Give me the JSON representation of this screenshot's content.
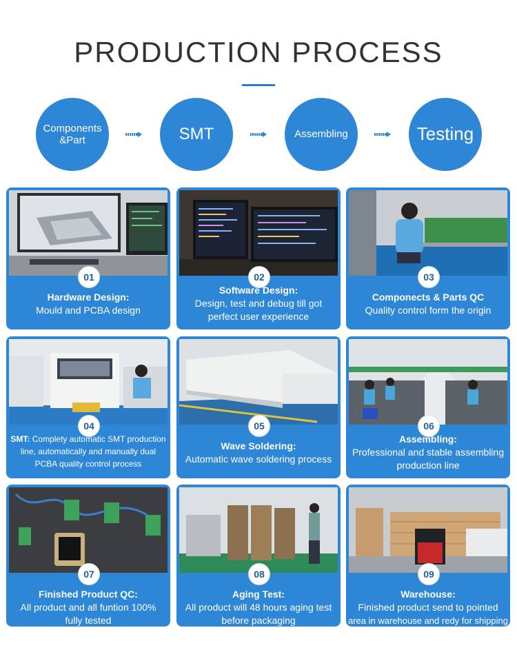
{
  "title": "PRODUCTION PROCESS",
  "flow": [
    {
      "line1": "Components",
      "line2": "&Part"
    },
    {
      "line1": "SMT",
      "line2": ""
    },
    {
      "line1": "Assembling",
      "line2": ""
    },
    {
      "line1": "Testing",
      "line2": ""
    }
  ],
  "cards": [
    {
      "num": "01",
      "head": "Hardware Design:",
      "desc1": "Mould and PCBA design",
      "desc2": ""
    },
    {
      "num": "02",
      "head": "Software Design:",
      "desc1": "Design, test and debug till got",
      "desc2": "perfect user experience"
    },
    {
      "num": "03",
      "head": "Componects & Parts QC",
      "desc1": "Quality control form the origin",
      "desc2": ""
    },
    {
      "num": "04",
      "head": "SMT:",
      "desc1": "Complety automatic SMT production",
      "desc2": "line, automatically and manually dual",
      "desc3": "PCBA quality control process"
    },
    {
      "num": "05",
      "head": "Wave Soldering:",
      "desc1": "Automatic wave soldering process",
      "desc2": ""
    },
    {
      "num": "06",
      "head": "Assembling:",
      "desc1": "Professional and stable assembling",
      "desc2": "production line"
    },
    {
      "num": "07",
      "head": "Finished Product QC:",
      "desc1": "All product and all funtion 100%",
      "desc2": "fully tested"
    },
    {
      "num": "08",
      "head": "Aging Test:",
      "desc1": "All product will 48 hours aging test",
      "desc2": "before packaging"
    },
    {
      "num": "09",
      "head": "Warehouse:",
      "desc1": "Finished product send to pointed",
      "desc2": "area in warehouse and redy for shipping"
    }
  ],
  "colors": {
    "accent": "#2d86d6",
    "title": "#333333"
  }
}
